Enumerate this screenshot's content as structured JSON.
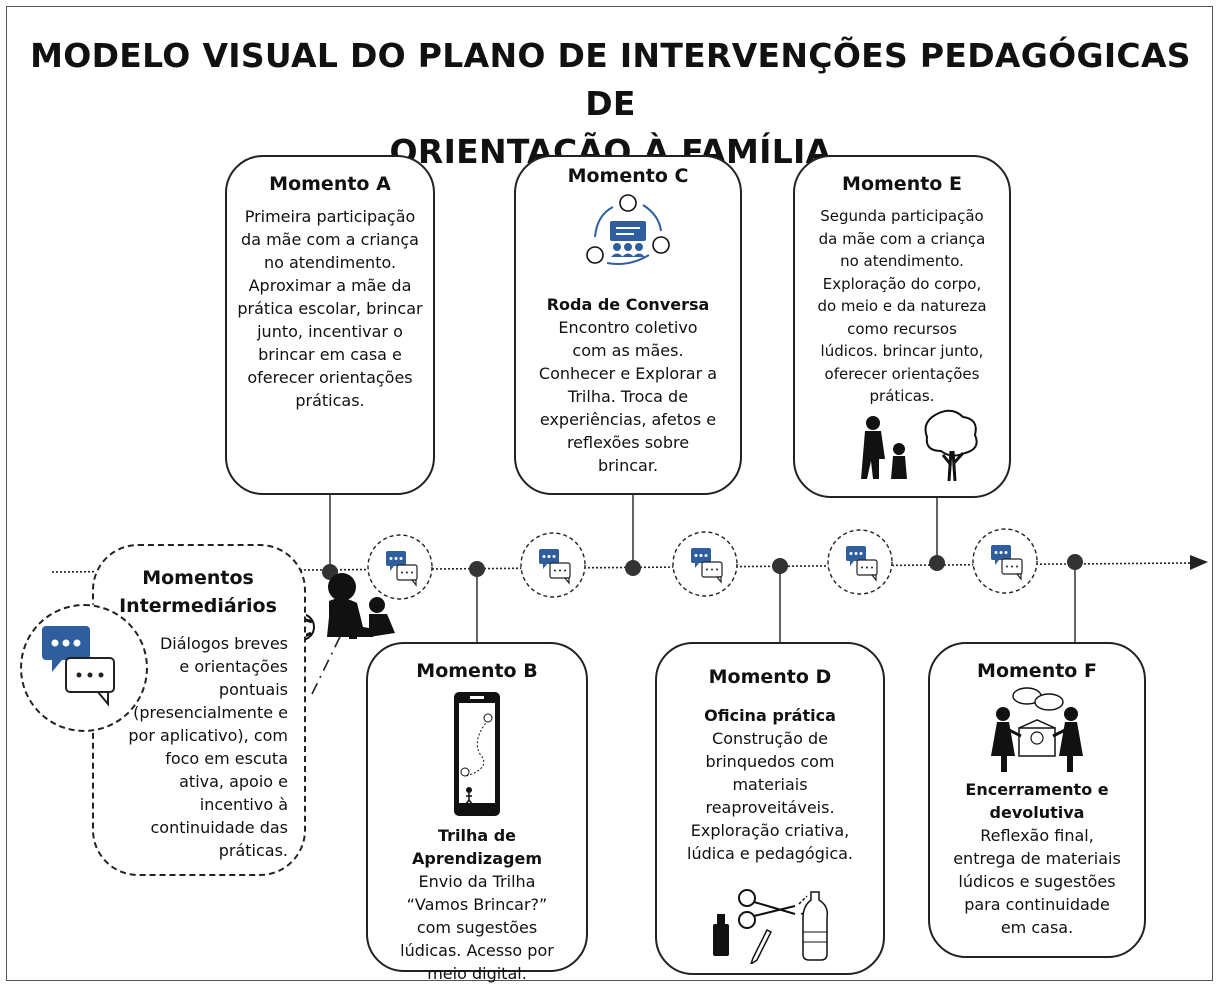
{
  "title": [
    "MODELO VISUAL DO PLANO DE INTERVENÇÕES PEDAGÓGICAS DE",
    "ORIENTAÇÃO À FAMÍLIA"
  ],
  "momento_a": {
    "heading": "Momento A",
    "text": [
      "Primeira participação",
      "da mãe com a criança",
      "no atendimento.",
      "Aproximar a mãe da",
      "prática escolar, brincar",
      "junto, incentivar o",
      "brincar em casa e",
      "oferecer orientações",
      "práticas."
    ]
  },
  "momento_b": {
    "heading": "Momento B",
    "bold": [
      "Trilha de",
      "Aprendizagem"
    ],
    "text": [
      "Envio da Trilha",
      "“Vamos Brincar?”",
      "com sugestões",
      "lúdicas. Acesso por",
      "meio digital."
    ]
  },
  "momento_c": {
    "heading": "Momento C",
    "bold": [
      "Roda de Conversa"
    ],
    "text": [
      "Encontro coletivo",
      "com as mães.",
      "Conhecer e Explorar a",
      "Trilha. Troca de",
      "experiências, afetos e",
      "reflexões sobre",
      "brincar."
    ]
  },
  "momento_d": {
    "heading": "Momento D",
    "bold": [
      "Oficina prática"
    ],
    "text": [
      "Construção de",
      "brinquedos com",
      "materiais",
      "reaproveitáveis.",
      "Exploração criativa,",
      "lúdica e pedagógica."
    ]
  },
  "momento_e": {
    "heading": "Momento E",
    "text": [
      "Segunda participação",
      "da mãe com a criança",
      "no atendimento.",
      "Exploração do corpo,",
      "do meio e da natureza",
      "como recursos",
      "lúdicos. brincar junto,",
      "oferecer orientações",
      "práticas."
    ]
  },
  "momento_f": {
    "heading": "Momento F",
    "bold": [
      "Encerramento e",
      "devolutiva"
    ],
    "text": [
      "Reflexão final,",
      "entrega de materiais",
      "lúdicos e sugestões",
      "para continuidade",
      "em casa."
    ]
  },
  "intermediarios": {
    "heading": [
      "Momentos",
      "Intermediários"
    ],
    "bold": [
      "Diálogos breves",
      "e orientações",
      "pontuais"
    ],
    "text": [
      "(presencialmente e",
      "por aplicativo), com",
      "foco em escuta",
      "ativa, apoio e",
      "incentivo à",
      "continuidade das",
      "práticas."
    ]
  },
  "icons": {
    "chat": "chat-bubbles-icon",
    "a": "mother-child-playing-icon",
    "b": "phone-map-trail-icon",
    "c": "conversation-circle-icon",
    "d": "craft-tools-icon",
    "e": "mother-child-tree-icon",
    "f": "children-gift-icon"
  },
  "colors": {
    "chat_blue": "#2E5E9E",
    "line": "#222222"
  }
}
